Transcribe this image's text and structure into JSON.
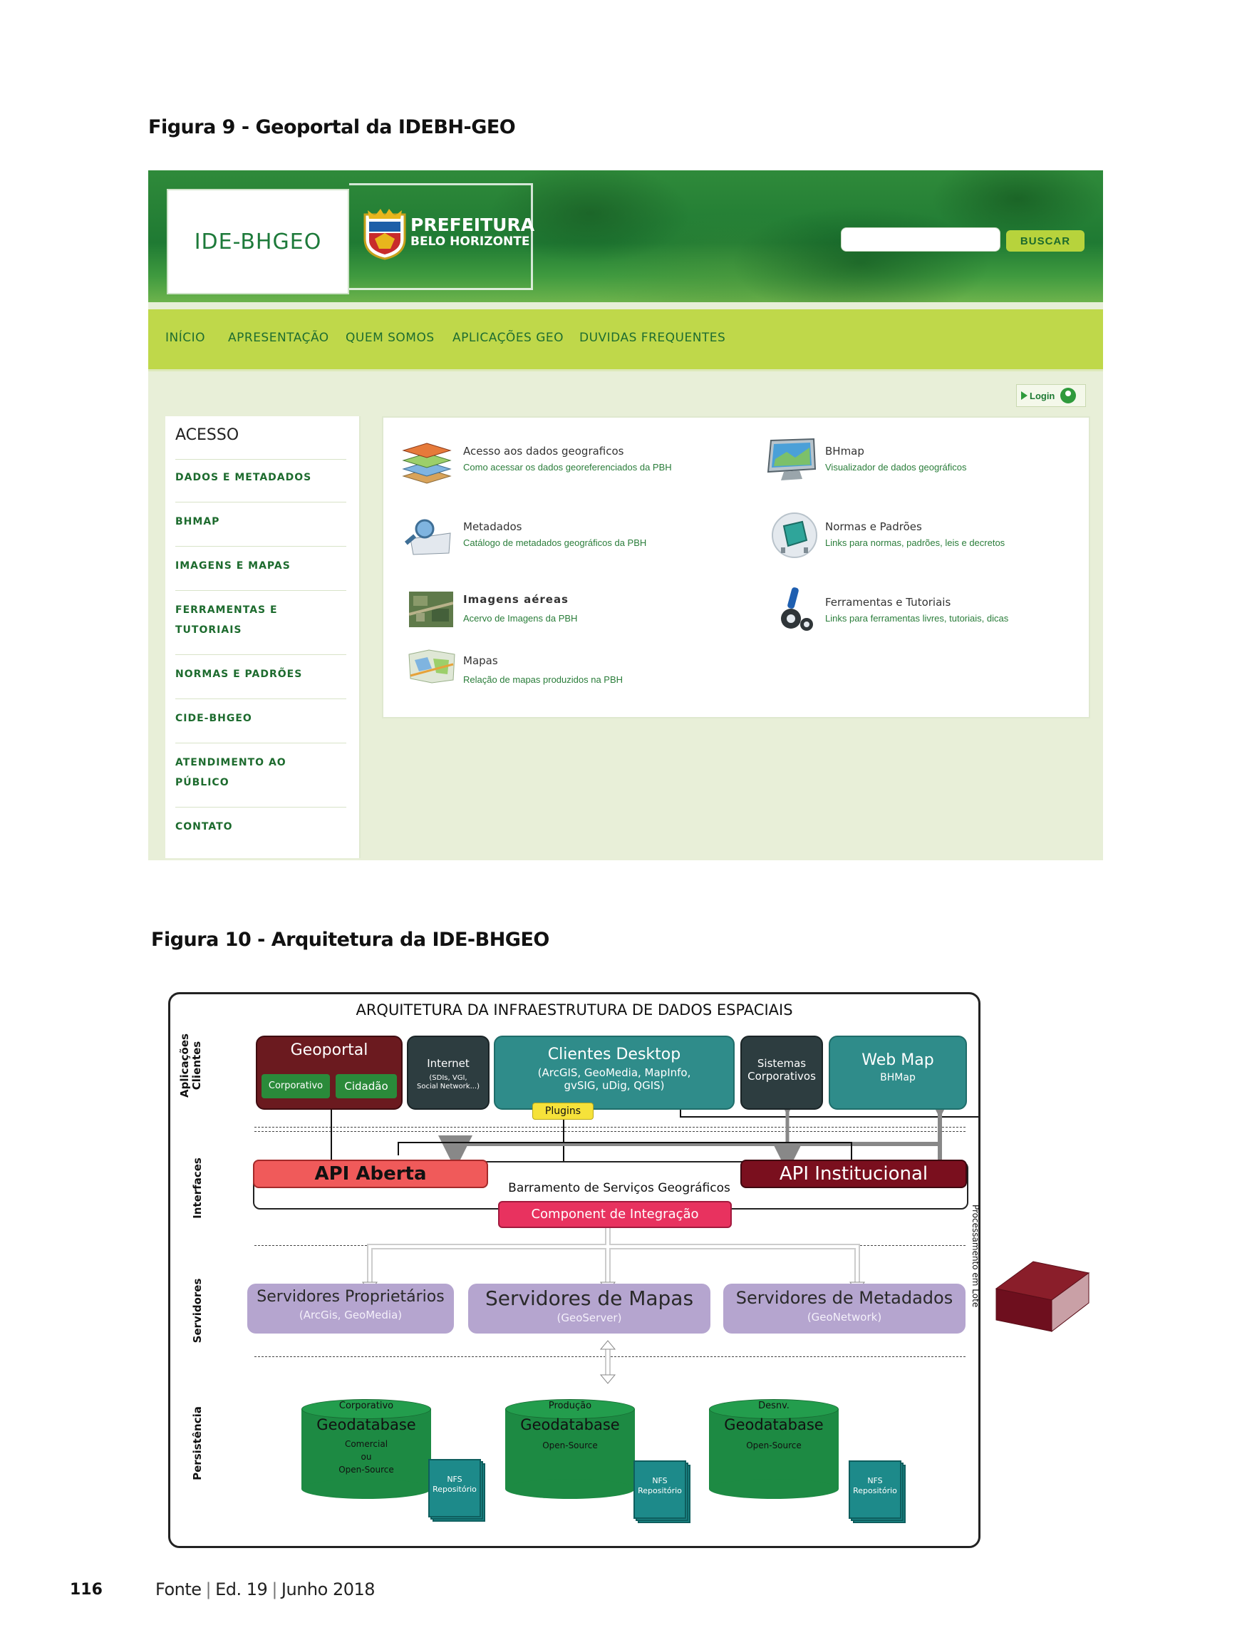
{
  "figure9": {
    "title": "Figura 9 - Geoportal da IDEBH-GEO",
    "logo_text": "IDE-BHGEO",
    "prefeitura_line1": "PREFEITURA",
    "prefeitura_line2": "BELO HORIZONTE",
    "search_button": "BUSCAR",
    "nav": [
      "INÍCIO",
      "APRESENTAÇÃO",
      "QUEM SOMOS",
      "APLICAÇÕES GEO",
      "DUVIDAS FREQUENTES"
    ],
    "login": "Login",
    "sidebar_title": "ACESSO",
    "sidebar_items": [
      {
        "line1": "DADOS E METADADOS",
        "line2": ""
      },
      {
        "line1": "BHMAP",
        "line2": ""
      },
      {
        "line1": "IMAGENS E MAPAS",
        "line2": ""
      },
      {
        "line1": "FERRAMENTAS E",
        "line2": "TUTORIAIS"
      },
      {
        "line1": "NORMAS E PADRÕES",
        "line2": ""
      },
      {
        "line1": "CIDE-BHGEO",
        "line2": ""
      },
      {
        "line1": "ATENDIMENTO AO",
        "line2": "PÚBLICO"
      },
      {
        "line1": "CONTATO",
        "line2": ""
      }
    ],
    "cards": [
      {
        "title": "Acesso aos dados geograficos",
        "sub": "Como acessar os dados georeferenciados da PBH",
        "icon": "layers-icon"
      },
      {
        "title": "BHmap",
        "sub": "Visualizador de dados geográficos",
        "icon": "monitor-icon"
      },
      {
        "title": "Metadados",
        "sub": "Catálogo de metadados geográficos da PBH",
        "icon": "magnifier-icon"
      },
      {
        "title": "Normas e Padrões",
        "sub": "Links para normas, padrões, leis e decretos",
        "icon": "chip-icon"
      },
      {
        "title": "Imagens aéreas",
        "sub": "Acervo de Imagens da PBH",
        "icon": "aerial-photo-icon"
      },
      {
        "title": "Ferramentas e Tutoriais",
        "sub": "Links para ferramentas livres, tutoriais, dicas",
        "icon": "tools-icon"
      },
      {
        "title": "Mapas",
        "sub": "Relação de mapas produzidos na PBH",
        "icon": "map-icon"
      }
    ]
  },
  "figure10": {
    "title": "Figura 10 - Arquitetura da IDE-BHGEO",
    "diagram_title": "ARQUITETURA DA INFRAESTRUTURA DE DADOS ESPACIAIS",
    "lanes": {
      "clients_line1": "Aplicações",
      "clients_line2": "Clientes",
      "interfaces": "Interfaces",
      "servers": "Servidores",
      "persistence": "Persistência"
    },
    "geoportal": {
      "title": "Geoportal",
      "sub1": "Corporativo",
      "sub2": "Cidadão"
    },
    "internet": {
      "title": "Internet",
      "sub_line1": "(SDIs, VGI,",
      "sub_line2": "Social Network...)"
    },
    "desktop": {
      "title": "Clientes Desktop",
      "sub_line1": "(ArcGIS, GeoMedia, MapInfo,",
      "sub_line2": "gvSIG, uDig, QGIS)",
      "plugins": "Plugins"
    },
    "sistemas": {
      "line1": "Sistemas",
      "line2": "Corporativos"
    },
    "webmap": {
      "title": "Web Map",
      "sub": "BHMap"
    },
    "api_aberta": "API Aberta",
    "api_institucional": "API Institucional",
    "barramento": "Barramento de Serviços Geográficos",
    "component": "Component de Integração",
    "servers": [
      {
        "title": "Servidores Proprietários",
        "sub": "(ArcGis, GeoMedia)"
      },
      {
        "title": "Servidores de Mapas",
        "sub": "(GeoServer)"
      },
      {
        "title": "Servidores de Metadados",
        "sub": "(GeoNetwork)"
      }
    ],
    "databases": [
      {
        "top": "Corporativo",
        "title": "Geodatabase",
        "lines": [
          "Comercial",
          "ou",
          "Open-Source"
        ]
      },
      {
        "top": "Produção",
        "title": "Geodatabase",
        "lines": [
          "Open-Source"
        ]
      },
      {
        "top": "Desnv.",
        "title": "Geodatabase",
        "lines": [
          "Open-Source"
        ]
      }
    ],
    "nfs_line1": "NFS",
    "nfs_line2": "Repositório",
    "batch_label": "Processamento em Lote"
  },
  "footer": {
    "page_number": "116",
    "pub": "Fonte",
    "edition": "Ed. 19",
    "date": "Junho 2018"
  },
  "colors": {
    "green_dark": "#1f7a33",
    "lime": "#bfd84a",
    "teal": "#2f8c8a",
    "slate": "#2d3d40",
    "maroon": "#7a0f1e",
    "api_red": "#f05a5a",
    "pink": "#e8325f",
    "lavender": "#b5a5cf"
  }
}
